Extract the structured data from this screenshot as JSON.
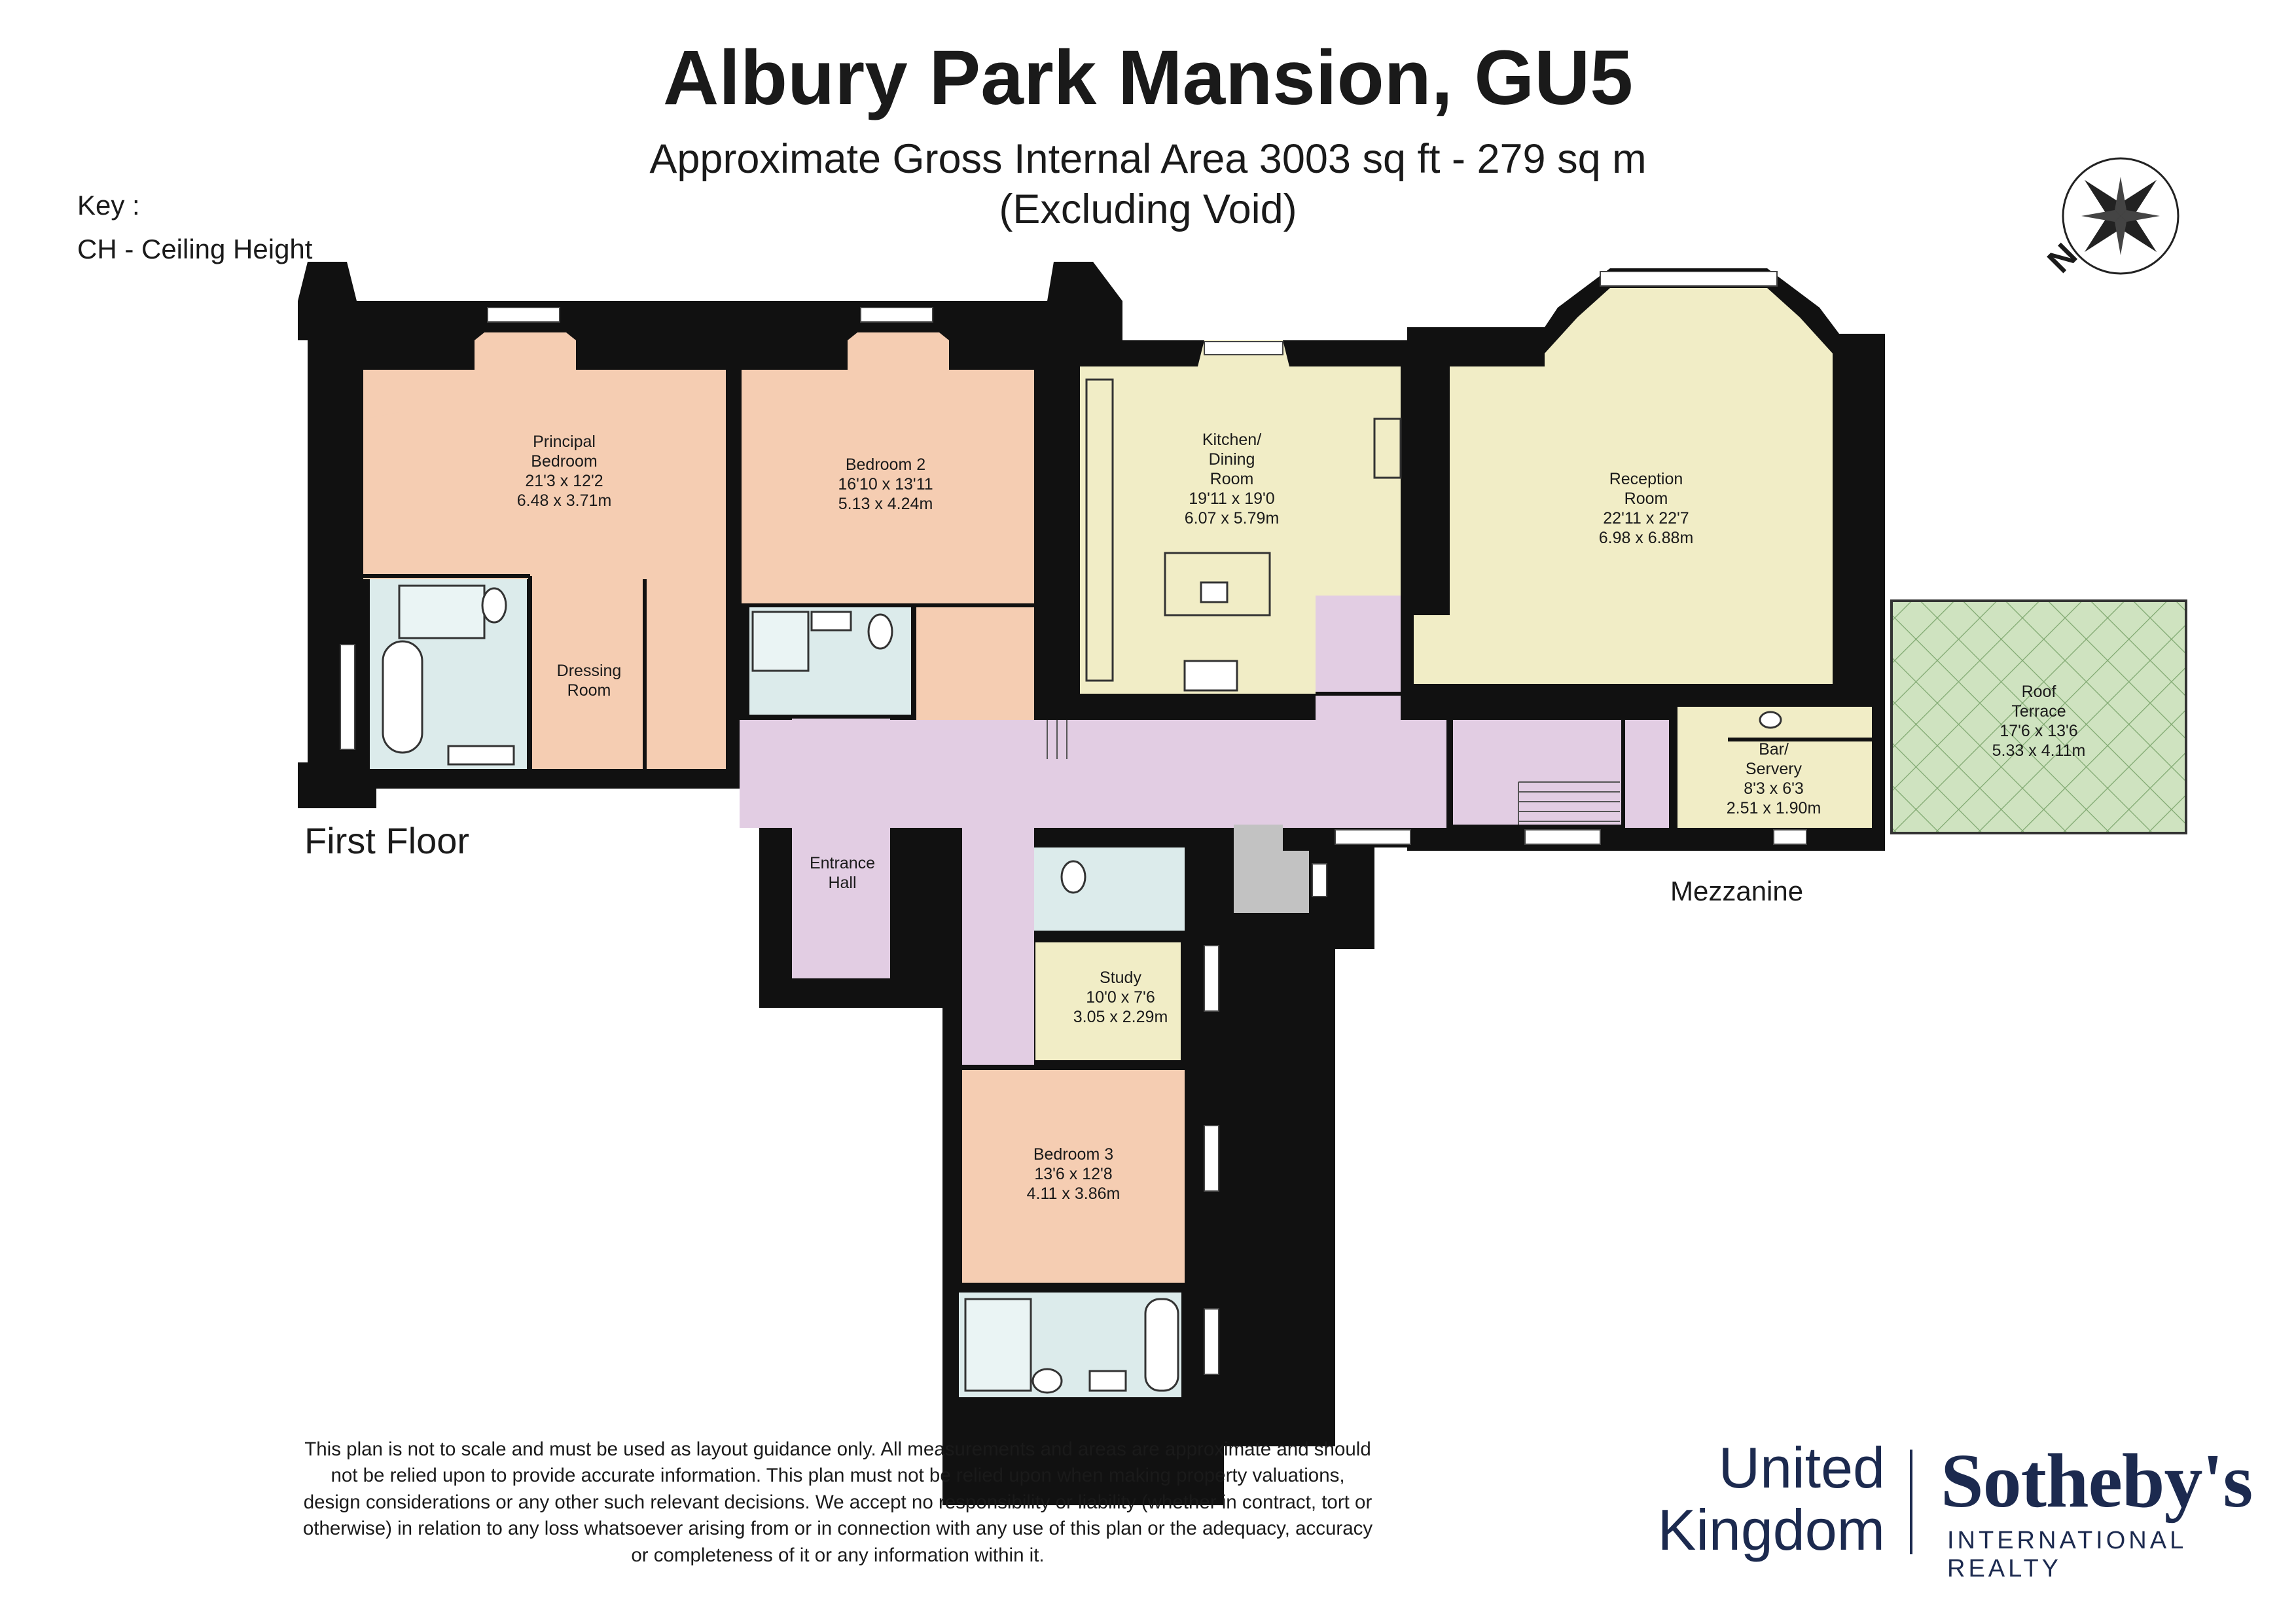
{
  "header": {
    "title": "Albury Park Mansion, GU5",
    "subtitle_line1": "Approximate Gross Internal Area 3003 sq ft - 279 sq m",
    "subtitle_line2": "(Excluding Void)"
  },
  "key": {
    "heading": "Key :",
    "item": "CH - Ceiling Height"
  },
  "compass": {
    "label": "N",
    "icon": "compass-rose-icon"
  },
  "floors": {
    "first_floor": "First Floor",
    "mezzanine": "Mezzanine"
  },
  "rooms": {
    "principal_bedroom": {
      "name1": "Principal",
      "name2": "Bedroom",
      "imperial": "21'3 x 12'2",
      "metric": "6.48 x 3.71m"
    },
    "bedroom_2": {
      "name1": "Bedroom 2",
      "imperial": "16'10 x 13'11",
      "metric": "5.13 x 4.24m"
    },
    "kitchen": {
      "name1": "Kitchen/",
      "name2": "Dining",
      "name3": "Room",
      "imperial": "19'11 x 19'0",
      "metric": "6.07 x 5.79m"
    },
    "reception": {
      "name1": "Reception",
      "name2": "Room",
      "imperial": "22'11 x 22'7",
      "metric": "6.98 x 6.88m"
    },
    "roof_terrace": {
      "name1": "Roof",
      "name2": "Terrace",
      "imperial": "17'6 x 13'6",
      "metric": "5.33 x 4.11m"
    },
    "bar_servery": {
      "name1": "Bar/",
      "name2": "Servery",
      "imperial": "8'3 x 6'3",
      "metric": "2.51 x 1.90m"
    },
    "dressing_room": {
      "name1": "Dressing",
      "name2": "Room"
    },
    "entrance_hall": {
      "name1": "Entrance",
      "name2": "Hall"
    },
    "study": {
      "name1": "Study",
      "imperial": "10'0 x 7'6",
      "metric": "3.05 x 2.29m"
    },
    "bedroom_3": {
      "name1": "Bedroom 3",
      "imperial": "13'6 x 12'8",
      "metric": "4.11 x 3.86m"
    }
  },
  "colors": {
    "wall": "#111111",
    "bedroom": "#f5cdb2",
    "kitchen_reception": "#f1edc6",
    "circulation": "#e2cde3",
    "bathroom": "#dcebeb",
    "terrace": "#cfe3c0",
    "void": "#c2c2c2",
    "brand": "#1c2a4f"
  },
  "disclaimer": {
    "line1": "This plan is not to scale and must be used as layout guidance only. All measurements and areas are approximate and should",
    "line2": "not be relied upon to provide accurate information. This plan must not be relied upon when making property valuations,",
    "line3": "design considerations or any other such relevant decisions. We accept no responsibility or liability (whether in contract, tort or",
    "line4": "otherwise) in relation to any loss whatsoever arising from or in connection with any use of this plan or the adequacy, accuracy",
    "line5": "or completeness of it or any information within it."
  },
  "brand": {
    "region_line1": "United",
    "region_line2": "Kingdom",
    "name": "Sotheby's",
    "tagline": "INTERNATIONAL REALTY"
  }
}
